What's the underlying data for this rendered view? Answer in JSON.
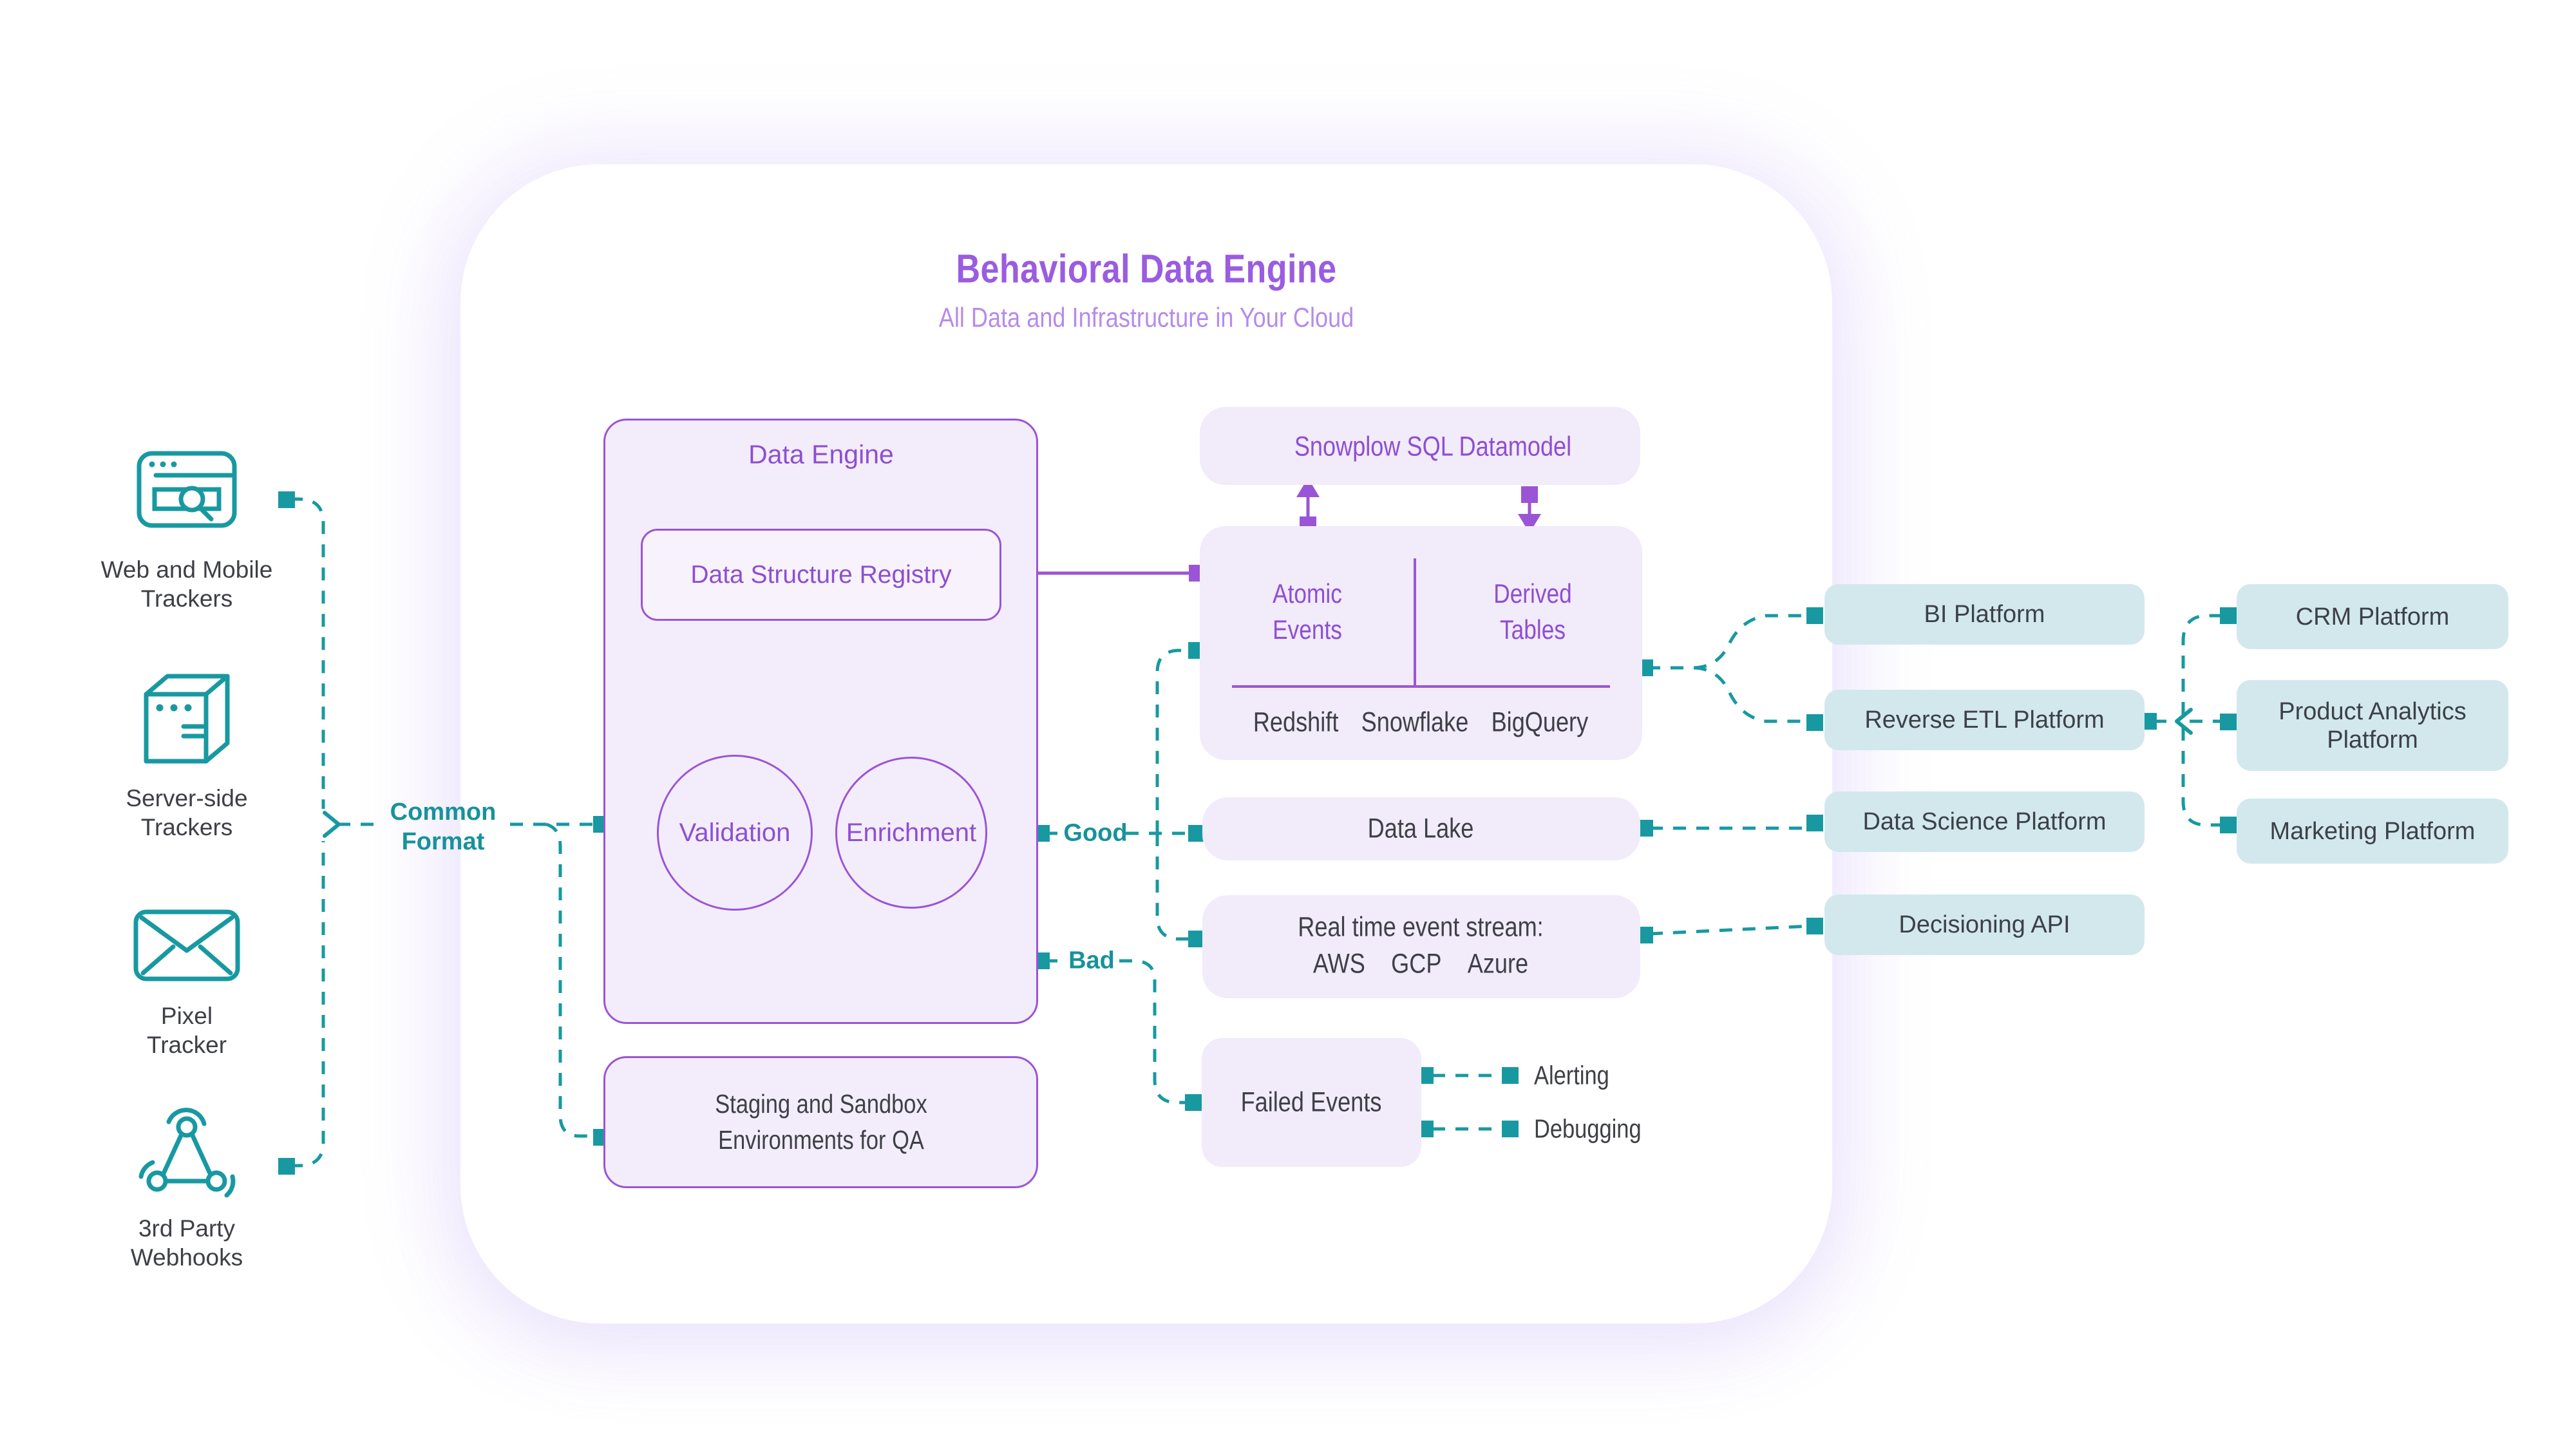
{
  "header": {
    "title": "Behavioral Data Engine",
    "subtitle": "All Data and Infrastructure in Your Cloud"
  },
  "sources": [
    {
      "icon": "browser-tracker-icon",
      "line1": "Web and Mobile",
      "line2": "Trackers"
    },
    {
      "icon": "server-icon",
      "line1": "Server-side",
      "line2": "Trackers"
    },
    {
      "icon": "envelope-icon",
      "line1": "Pixel",
      "line2": "Tracker"
    },
    {
      "icon": "webhook-icon",
      "line1": "3rd Party",
      "line2": "Webhooks"
    }
  ],
  "flow_labels": {
    "common_format_line1": "Common",
    "common_format_line2": "Format",
    "good": "Good",
    "bad": "Bad"
  },
  "data_engine": {
    "title": "Data Engine",
    "registry": "Data Structure Registry",
    "validation": "Validation",
    "enrichment": "Enrichment"
  },
  "staging": {
    "line1": "Staging and Sandbox",
    "line2": "Environments for QA"
  },
  "datamodel": {
    "label": "Snowplow SQL Datamodel"
  },
  "warehouse": {
    "atomic_line1": "Atomic",
    "atomic_line2": "Events",
    "derived_line1": "Derived",
    "derived_line2": "Tables",
    "engines": [
      "Redshift",
      "Snowflake",
      "BigQuery"
    ]
  },
  "data_lake": {
    "label": "Data Lake"
  },
  "realtime": {
    "line1": "Real time event stream:",
    "providers": [
      "AWS",
      "GCP",
      "Azure"
    ]
  },
  "failed_events": {
    "label": "Failed Events",
    "alerting": "Alerting",
    "debugging": "Debugging"
  },
  "destinations": [
    {
      "label": "BI Platform"
    },
    {
      "label": "Reverse ETL Platform"
    },
    {
      "label": "Data Science Platform"
    },
    {
      "label": "Decisioning API"
    }
  ],
  "partners": [
    {
      "line1": "CRM Platform",
      "line2": ""
    },
    {
      "line1": "Product Analytics",
      "line2": "Platform"
    },
    {
      "line1": "Marketing Platform",
      "line2": ""
    }
  ],
  "colors": {
    "purple": "#9a55d6",
    "purple_text": "#8d4fd2",
    "teal": "#1899a1",
    "lavender_fill": "#f2ebfa",
    "teal_fill": "#d2e8ed",
    "dark_text": "#3e4046"
  }
}
